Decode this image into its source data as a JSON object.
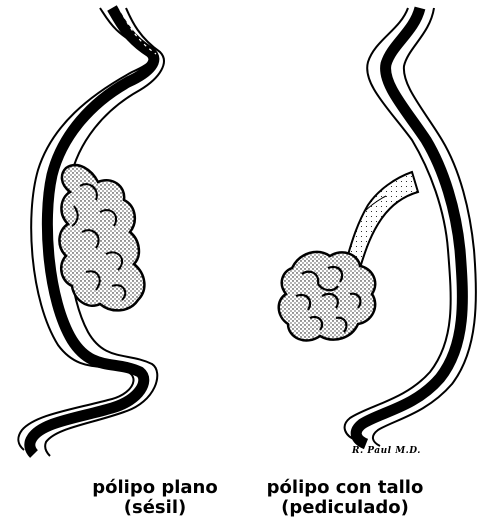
{
  "left_figure": {
    "caption_line1": "pólipo plano",
    "caption_line2": "(sésil)"
  },
  "right_figure": {
    "caption_line1": "pólipo con tallo",
    "caption_line2": "(pediculado)"
  },
  "signature": "R. Paul M.D."
}
